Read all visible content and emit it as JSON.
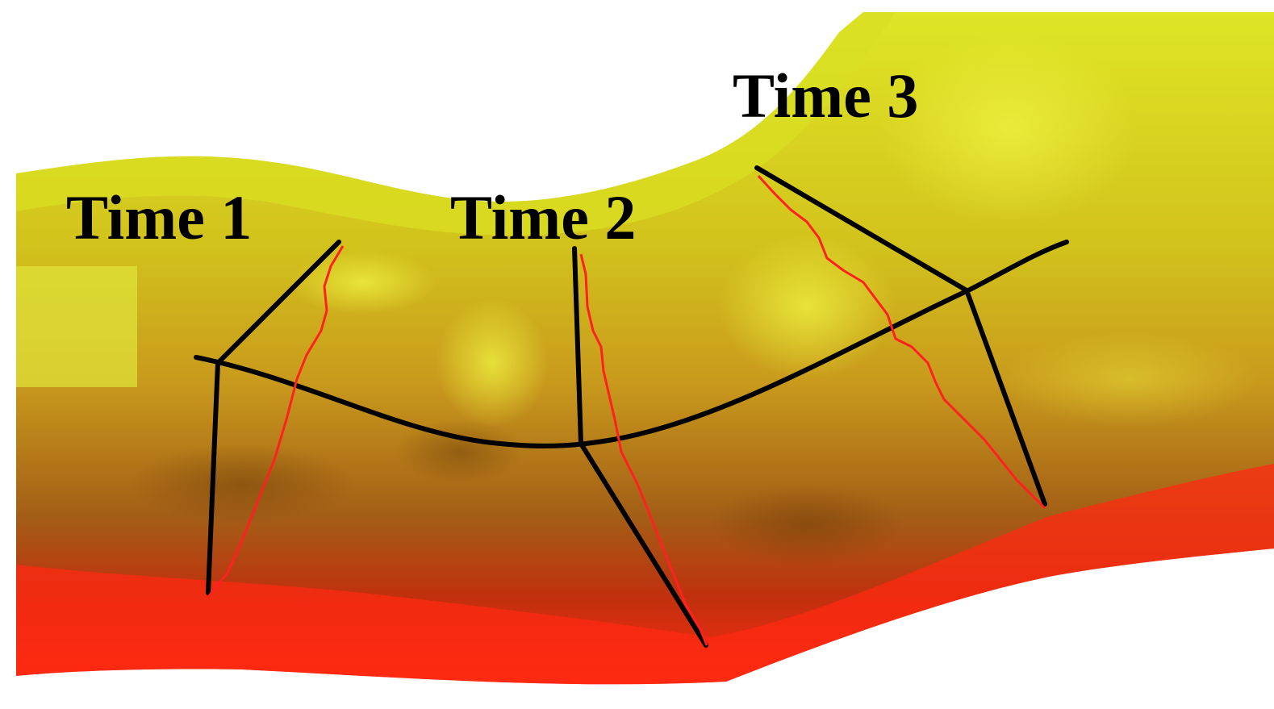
{
  "labels": {
    "time1": "Time 1",
    "time2": "Time 2",
    "time3": "Time 3"
  },
  "colors": {
    "surface_top": "#d8e21a",
    "surface_mid": "#c89a18",
    "surface_low": "#9a4a10",
    "surface_edge": "#ff2a10",
    "profile_line": "#000000",
    "trace_line": "#ff2020"
  }
}
